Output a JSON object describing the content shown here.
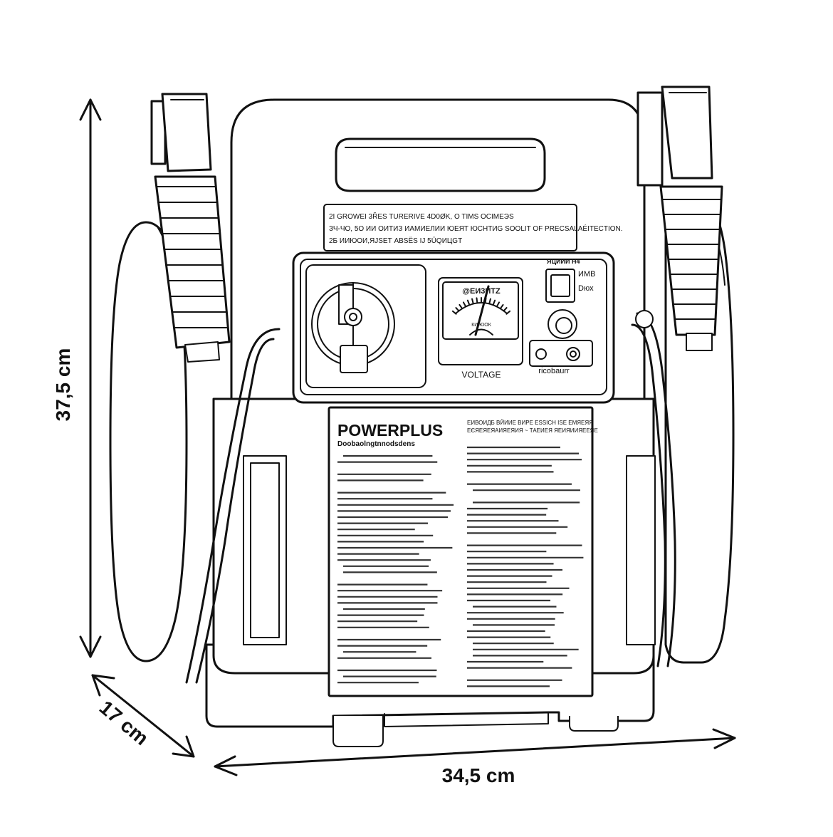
{
  "dimensions": {
    "height_label": "37,5 cm",
    "depth_label": "17 cm",
    "width_label": "34,5 cm"
  },
  "device": {
    "top_label_lines": [
      "2I GROWEI 3ŘES TURERIVE 4D0ØK, O TIMS OCIMEЭS",
      "ЗЧ-ЧО, 5О ИИ ОИТИЗ ИАМИЕЛИИ ЮЕЯТ ЮСНТИG SOOLIT OF PRECSALAÉITECTION.",
      "2Б ИИЮОИ,ЯЈЅЕТ ABSЁS IJ 5ÜQИЦGT"
    ],
    "meter_title": "@EИ3ИТZ",
    "meter_sub": "КИ   ЮОК",
    "voltage_label": "VOLTAGE",
    "switch_header": "ЯЦИИИ Н4",
    "switch_label_top": "ИМВ",
    "switch_label_bottom": "Dюх",
    "socket_label": "ricobaurr",
    "brand": "POWERPLUS",
    "brand_subtitle": "Doobaolngtnnodsdens",
    "panel_right_header_1": "ЕИВОИДБ ВЙИИЕ      ВИРЕ ЕSSICH ISЕ ЕМЯЕЯЯ",
    "panel_right_header_2": "ЕЄЯЕЯЕЯАИЯЕЯИЯ  ~   ТАЕИЕЯ ЯЕИЯИИЯЕЕЯЕ"
  }
}
